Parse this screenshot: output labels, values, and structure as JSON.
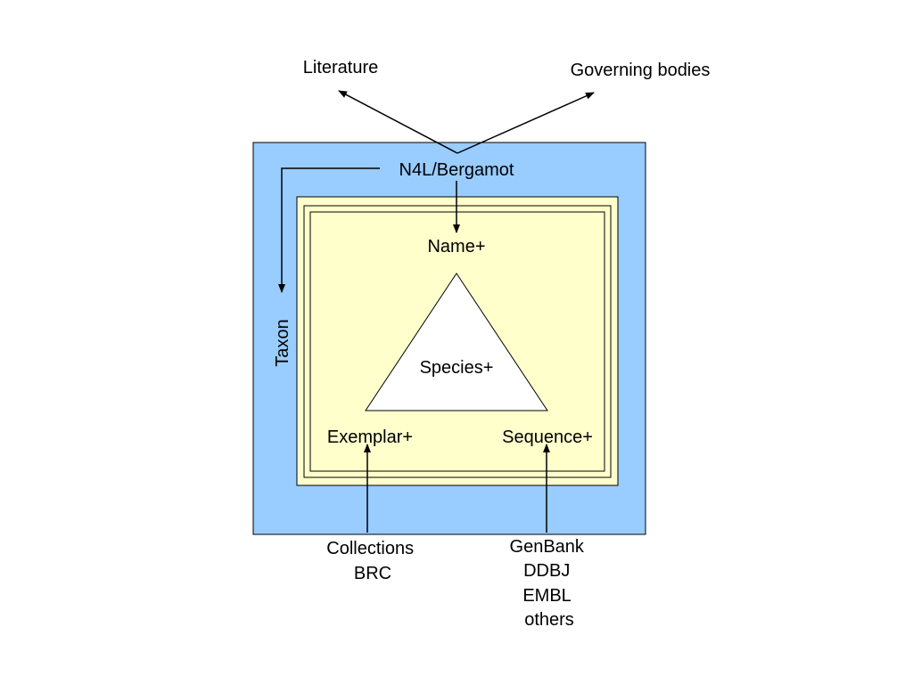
{
  "labels": {
    "literature": "Literature",
    "governing_bodies": "Governing bodies",
    "n4l_bergamot": "N4L/Bergamot",
    "name": "Name+",
    "species": "Species+",
    "exemplar": "Exemplar+",
    "sequence": "Sequence+",
    "taxon": "Taxon",
    "collections_lines": [
      "Collections",
      "BRC"
    ],
    "genbank_lines": [
      "GenBank",
      "DDBJ",
      "EMBL",
      "others"
    ]
  },
  "colors": {
    "outer_box": "#99ccff",
    "inner_box": "#ffffcc",
    "triangle": "#ffffff",
    "stroke": "#000000"
  }
}
